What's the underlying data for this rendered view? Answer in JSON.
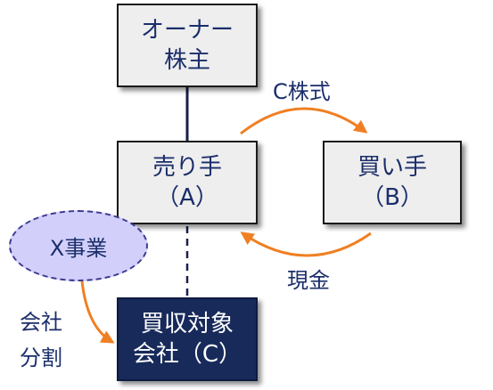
{
  "owner": {
    "line1": "オーナー",
    "line2": "株主"
  },
  "seller": {
    "line1": "売り手",
    "line2": "（A）"
  },
  "buyer": {
    "line1": "買い手",
    "line2": "（B）"
  },
  "target": {
    "line1": "買収対象",
    "line2": "会社（C）"
  },
  "x_business": "X事業",
  "flows": {
    "stock": "C株式",
    "cash": "現金",
    "split_line1": "会社",
    "split_line2": "分割"
  },
  "colors": {
    "arrow": "#f07f22",
    "text": "#1b2e6b",
    "box_fill": "#eeeeee",
    "target_fill": "#172a5a",
    "ellipse_fill": "#d2d0fb"
  }
}
